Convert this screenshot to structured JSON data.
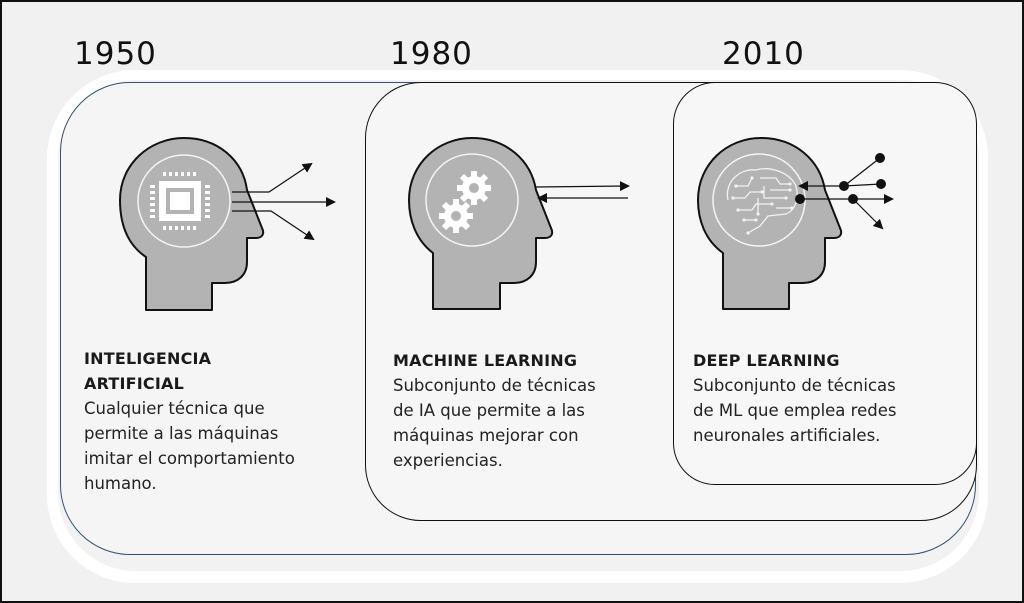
{
  "timeline": {
    "years": [
      "1950",
      "1980",
      "2010"
    ]
  },
  "stages": [
    {
      "year": "1950",
      "title_line1": "INTELIGENCIA",
      "title_line2": "ARTIFICIAL",
      "description_lines": [
        "Cualquier técnica que",
        "permite a las máquinas",
        "imitar el comportamiento",
        "humano."
      ],
      "icon": "microchip-icon"
    },
    {
      "year": "1980",
      "title_line1": "MACHINE LEARNING",
      "description_lines": [
        "Subconjunto de técnicas",
        "de IA que permite a las",
        "máquinas mejorar con",
        "experiencias."
      ],
      "icon": "gears-icon"
    },
    {
      "year": "2010",
      "title_line1": "DEEP LEARNING",
      "description_lines": [
        "Subconjunto de técnicas",
        "de ML que emplea redes",
        "neuronales artificiales."
      ],
      "icon": "circuit-brain-icon"
    }
  ],
  "colors": {
    "head_fill": "#b3b3b3",
    "outline": "#111111",
    "outer_border": "#34507a",
    "background": "#f1f1f1"
  }
}
